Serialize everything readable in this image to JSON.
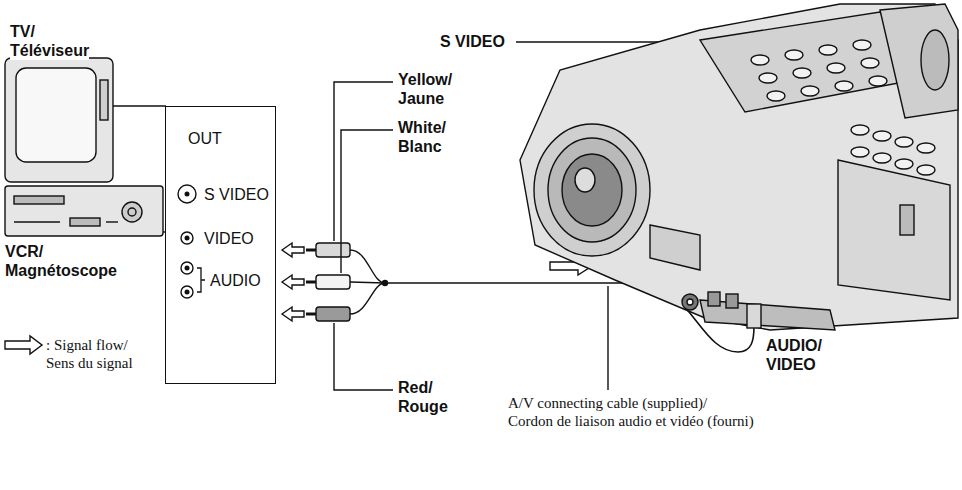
{
  "diagram": {
    "nodes": [
      {
        "text": [
          "OUT",
          "S VIDEO",
          "VIDEO",
          "AUDIO"
        ]
      }
    ],
    "labels": [
      "TV/ Téléviseur",
      "VCR/ Magnétoscope",
      "S VIDEO",
      "Yellow/ Jaune",
      "White/ Blanc",
      "Red/ Rouge",
      "AUDIO/ VIDEO",
      "A/V connecting cable (supplied)/ Cordon de liaison audio et vidéo (fourni)"
    ],
    "legend": [
      {
        "text": ": Signal flow/ Sens du signal"
      }
    ]
  }
}
